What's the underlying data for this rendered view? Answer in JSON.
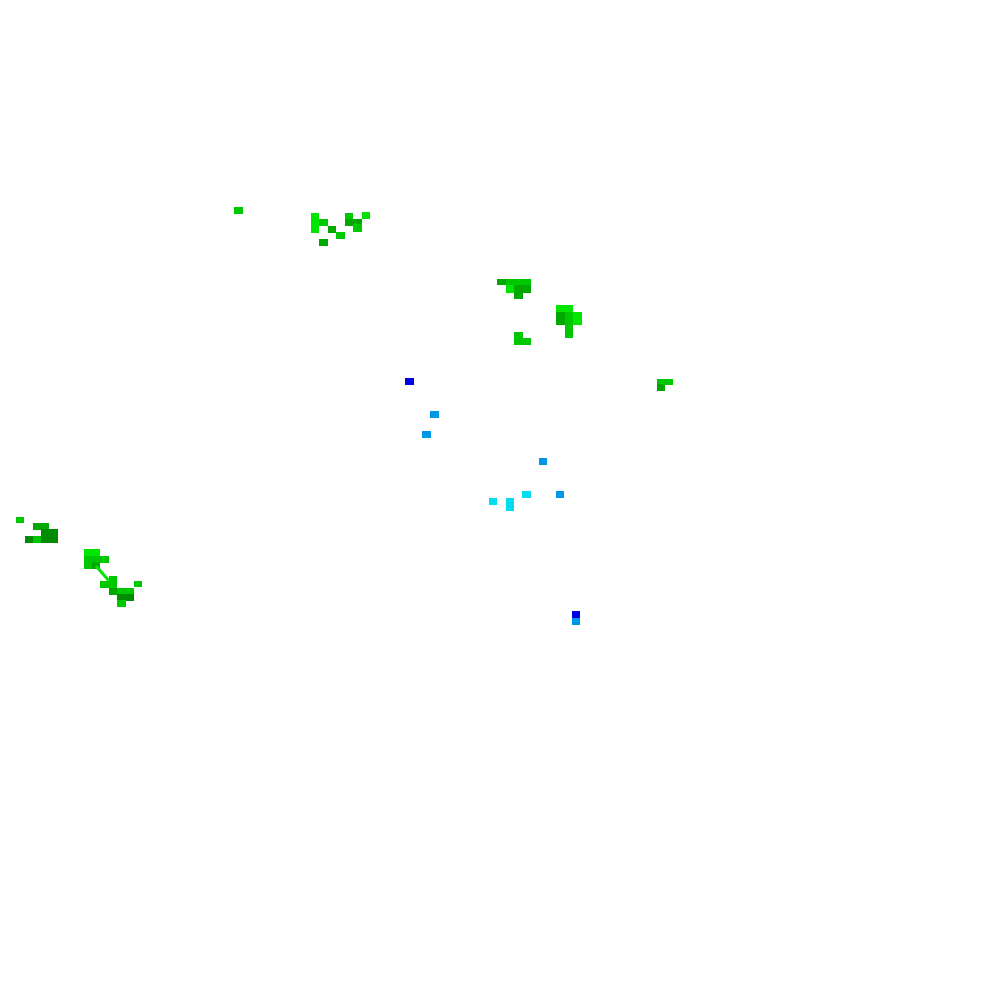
{
  "map": {
    "background": "#ffffff",
    "palette": {
      "bright_green": "#00e600",
      "green": "#00c800",
      "mid_green": "#00a800",
      "dark_green": "#008c00",
      "cyan": "#00dcf0",
      "sky_blue": "#0096e6",
      "blue": "#0000e6"
    },
    "clusters": [
      {
        "id": "cluster-a",
        "tone": "green-family"
      },
      {
        "id": "cluster-b",
        "tone": "green-family"
      },
      {
        "id": "cluster-c",
        "tone": "green-family"
      },
      {
        "id": "cluster-d",
        "tone": "green-family"
      },
      {
        "id": "cluster-e",
        "tone": "green-family"
      },
      {
        "id": "cluster-f",
        "tone": "green-family"
      },
      {
        "id": "cluster-g",
        "tone": "blue-family"
      },
      {
        "id": "cluster-h",
        "tone": "blue-family"
      }
    ]
  }
}
